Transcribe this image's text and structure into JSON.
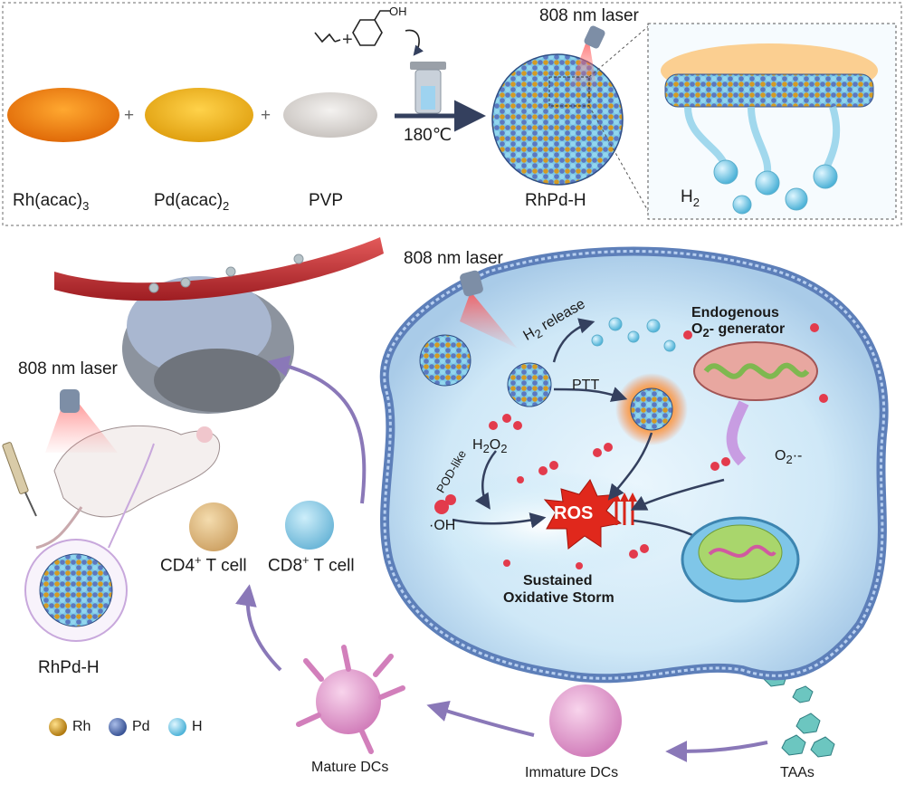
{
  "synthesis": {
    "reagents": [
      {
        "name": "Rh(acac)",
        "sub": "3"
      },
      {
        "name": "Pd(acac)",
        "sub": "2"
      },
      {
        "name": "PVP",
        "sub": ""
      }
    ],
    "plus": "+",
    "temperature": "180℃",
    "oh_label": "OH",
    "laser": "808 nm laser",
    "product": "RhPd-H",
    "h2_main": "H",
    "h2_sub": "2"
  },
  "therapy": {
    "laser_main": "808 nm laser",
    "laser_mouse": "808 nm laser",
    "h2_release_pre": "H",
    "h2_release_sub": "2",
    "h2_release_post": " release",
    "generator_line1": "Endogenous",
    "generator_line2_pre": "O",
    "generator_line2_sub": "2",
    "generator_line2_post": "- generator",
    "ptt": "PTT",
    "pod_like": "POD-like",
    "h2o2_pre": "H",
    "h2o2_sub1": "2",
    "h2o2_mid": "O",
    "h2o2_sub2": "2",
    "oh": "·OH",
    "o2_pre": "O",
    "o2_sub": "2",
    "o2_post": "·-",
    "ros": "ROS",
    "storm_line1": "Sustained",
    "storm_line2": "Oxidative Storm",
    "cd4_pre": "CD4",
    "cd4_sup": "+",
    "cd4_post": " T cell",
    "cd8_pre": "CD8",
    "cd8_sup": "+",
    "cd8_post": " T cell",
    "nanoparticle": "RhPd-H",
    "mature_dcs": "Mature DCs",
    "immature_dcs": "Immature DCs",
    "taas": "TAAs"
  },
  "legend": [
    {
      "label": "Rh",
      "color": "#c8911c"
    },
    {
      "label": "Pd",
      "color": "#5a74b8"
    },
    {
      "label": "H",
      "color": "#7cd0e8"
    }
  ]
}
